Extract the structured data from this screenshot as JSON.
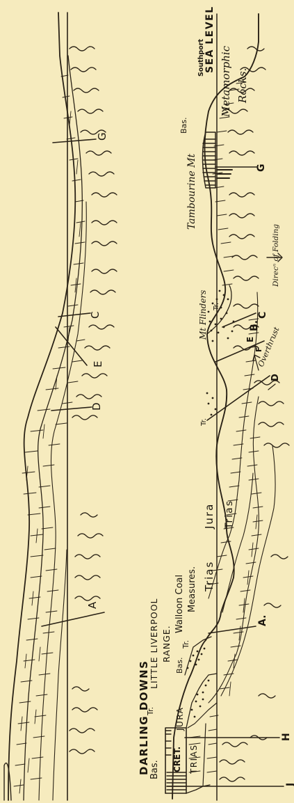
{
  "colors": {
    "paper": "#f6ebbe",
    "ink": "#1b160e"
  },
  "upper_section": {
    "fault_labels": [
      "A",
      "D",
      "E",
      "C",
      "G"
    ]
  },
  "lower_section": {
    "place_labels": {
      "darling_downs": "DARLING DOWNS",
      "little_liverpool_range_line1": "LITTLE LIVERPOOL",
      "little_liverpool_range_line2": "RANGE.",
      "walloon_line1": "Walloon Coal",
      "walloon_line2": "Measures.",
      "mt_flinders": "Mt Flinders",
      "tambourine_mt": "Tambourine Mt",
      "southport": "Southport",
      "sea_level": "SEA LEVEL"
    },
    "rock_labels": {
      "bas_left": "Bas.",
      "cret": "CRET.",
      "trias_left": "TRIAS",
      "jura_left": "JURA",
      "tr_left": "Tr.",
      "bas_mid": "Bas.",
      "tr_mid": "Tr.",
      "trias_jura_1": "Trias",
      "trias_jura_2": "Jura",
      "trias_lower": "Trias",
      "tr_low": "Tr.",
      "tr_flinders": "Tr.",
      "bas_tambourine": "Bas.",
      "metamorphic_line1": "Metamorphic",
      "metamorphic_line2": "Rocks."
    },
    "point_labels": {
      "J": "J",
      "H": "H",
      "A": "A.",
      "D": "D",
      "F": "F",
      "E": "E",
      "B": "B.",
      "C": "C",
      "G": "G"
    },
    "annotations": {
      "overthrust": "Overthrust",
      "direction_of_folding": "Direcⁿ of Folding"
    }
  }
}
